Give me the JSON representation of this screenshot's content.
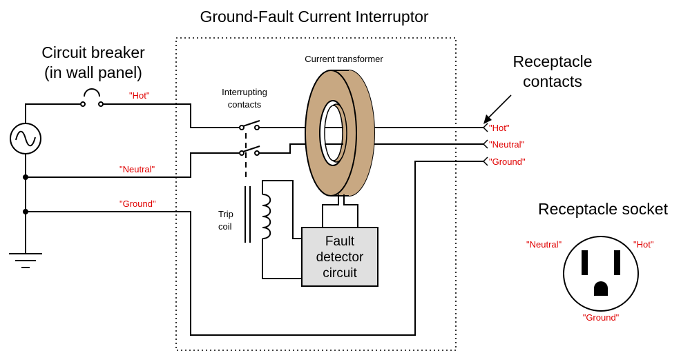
{
  "title": "Ground-Fault Current Interruptor",
  "breaker_label_1": "Circuit breaker",
  "breaker_label_2": "(in wall panel)",
  "receptacle_contacts_1": "Receptacle",
  "receptacle_contacts_2": "contacts",
  "current_transformer": "Current transformer",
  "interrupting_1": "Interrupting",
  "interrupting_2": "contacts",
  "trip_1": "Trip",
  "trip_2": "coil",
  "fault_1": "Fault",
  "fault_2": "detector",
  "fault_3": "circuit",
  "hot": "\"Hot\"",
  "neutral": "\"Neutral\"",
  "ground": "\"Ground\"",
  "receptacle_socket": "Receptacle socket",
  "colors": {
    "wire_label": "#e00000",
    "transformer": "#c8a882",
    "detector_fill": "#e0e0e0"
  }
}
